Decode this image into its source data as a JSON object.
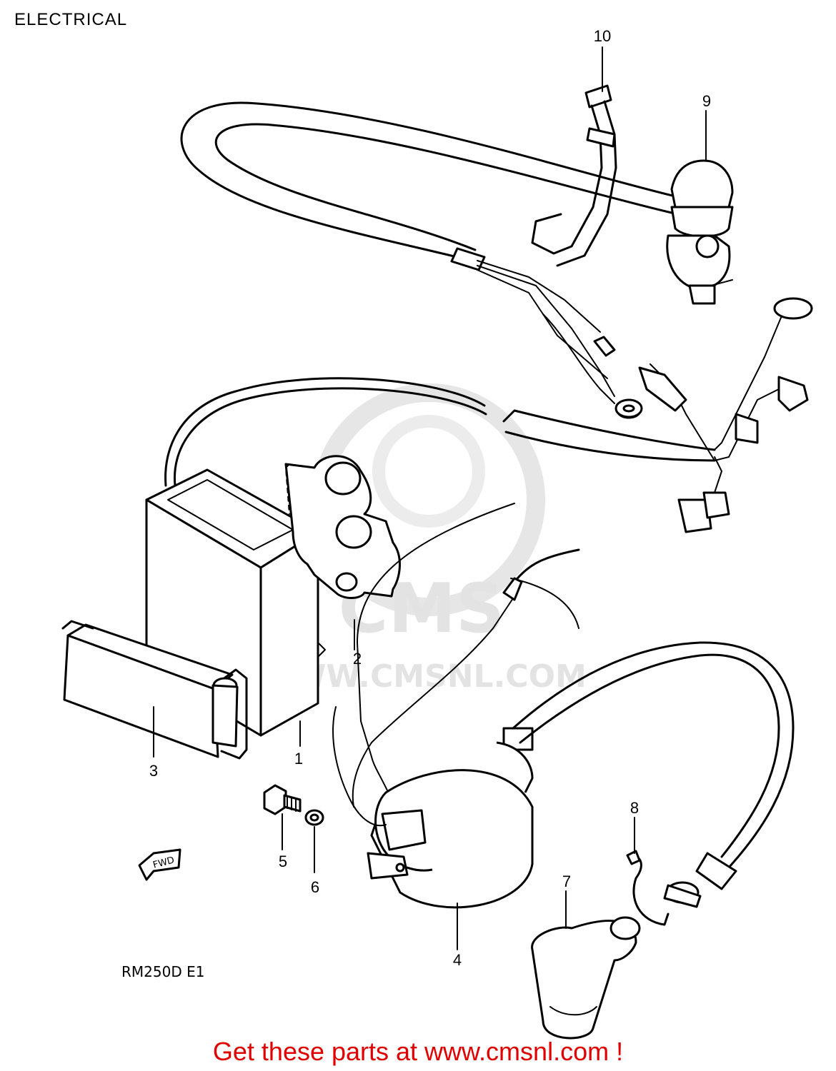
{
  "page": {
    "title": "ELECTRICAL",
    "model_code": "RM250D E1",
    "fwd_label": "FWD",
    "footer_cta": "Get these parts at www.cmsnl.com !"
  },
  "watermark": {
    "logo_text": "CMS",
    "url_text": "WWW.CMSNL.COM"
  },
  "callouts": [
    "1",
    "2",
    "3",
    "4",
    "5",
    "6",
    "7",
    "8",
    "9",
    "10"
  ],
  "colors": {
    "line_art": "#000000",
    "footer_text": "#e00000",
    "watermark": "#e3e3e3"
  }
}
